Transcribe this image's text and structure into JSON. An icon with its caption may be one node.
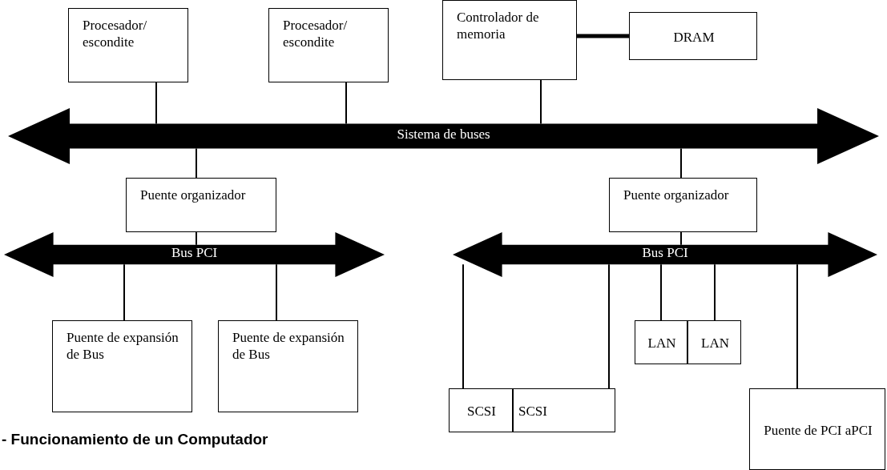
{
  "diagram": {
    "caption": "- Funcionamiento de un Computador",
    "nodes": [
      {
        "text": [
          "Procesador/ escondite"
        ]
      },
      {
        "text": [
          "Procesador/ escondite"
        ]
      },
      {
        "text": [
          "Controlador de memoria"
        ]
      },
      {
        "text": [
          "DRAM"
        ]
      },
      {
        "text": [
          "Sistema de buses"
        ]
      },
      {
        "text": [
          "Puente organizador"
        ]
      },
      {
        "text": [
          "Puente organizador"
        ]
      },
      {
        "text": [
          "Bus PCI"
        ]
      },
      {
        "text": [
          "Bus PCI"
        ]
      },
      {
        "text": [
          "Puente de expansión de Bus"
        ]
      },
      {
        "text": [
          "Puente de expansión de Bus"
        ]
      },
      {
        "text": [
          "LAN"
        ]
      },
      {
        "text": [
          "LAN"
        ]
      },
      {
        "text": [
          "SCSI"
        ]
      },
      {
        "text": [
          "SCSI"
        ]
      },
      {
        "text": [
          "Puente de PCI aPCI"
        ]
      }
    ],
    "edges": [
      {
        "from": 0,
        "to": 4,
        "arrow": "none"
      },
      {
        "from": 1,
        "to": 4,
        "arrow": "none"
      },
      {
        "from": 2,
        "to": 4,
        "arrow": "none"
      },
      {
        "from": 2,
        "to": 3,
        "arrow": "none",
        "style": "thick"
      },
      {
        "from": 4,
        "to": 5,
        "arrow": "none"
      },
      {
        "from": 4,
        "to": 6,
        "arrow": "none"
      },
      {
        "from": 5,
        "to": 7,
        "arrow": "none"
      },
      {
        "from": 6,
        "to": 8,
        "arrow": "none"
      },
      {
        "from": 7,
        "to": 9,
        "arrow": "none"
      },
      {
        "from": 7,
        "to": 10,
        "arrow": "none"
      },
      {
        "from": 8,
        "to": 13,
        "arrow": "none"
      },
      {
        "from": 8,
        "to": 14,
        "arrow": "none"
      },
      {
        "from": 8,
        "to": 11,
        "arrow": "none"
      },
      {
        "from": 8,
        "to": 12,
        "arrow": "none"
      },
      {
        "from": 8,
        "to": 15,
        "arrow": "none"
      }
    ]
  }
}
